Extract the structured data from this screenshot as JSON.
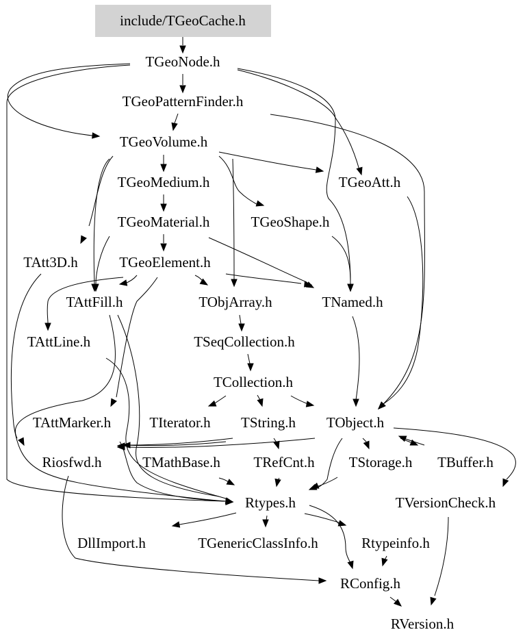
{
  "diagram": {
    "type": "include-dependency-graph",
    "root": "include/TGeoCache.h",
    "colors": {
      "root_fill": "#d3d3d3",
      "edge": "#000000",
      "text": "#000000",
      "background": "#ffffff"
    },
    "nodes": [
      {
        "id": "TGeoCache",
        "label": "include/TGeoCache.h",
        "root": true
      },
      {
        "id": "TGeoNode",
        "label": "TGeoNode.h"
      },
      {
        "id": "TGeoPatternFinder",
        "label": "TGeoPatternFinder.h"
      },
      {
        "id": "TGeoVolume",
        "label": "TGeoVolume.h"
      },
      {
        "id": "TGeoMedium",
        "label": "TGeoMedium.h"
      },
      {
        "id": "TGeoAtt",
        "label": "TGeoAtt.h"
      },
      {
        "id": "TGeoMaterial",
        "label": "TGeoMaterial.h"
      },
      {
        "id": "TGeoShape",
        "label": "TGeoShape.h"
      },
      {
        "id": "TAtt3D",
        "label": "TAtt3D.h"
      },
      {
        "id": "TGeoElement",
        "label": "TGeoElement.h"
      },
      {
        "id": "TAttFill",
        "label": "TAttFill.h"
      },
      {
        "id": "TObjArray",
        "label": "TObjArray.h"
      },
      {
        "id": "TNamed",
        "label": "TNamed.h"
      },
      {
        "id": "TAttLine",
        "label": "TAttLine.h"
      },
      {
        "id": "TSeqCollection",
        "label": "TSeqCollection.h"
      },
      {
        "id": "TCollection",
        "label": "TCollection.h"
      },
      {
        "id": "TAttMarker",
        "label": "TAttMarker.h"
      },
      {
        "id": "TIterator",
        "label": "TIterator.h"
      },
      {
        "id": "TString",
        "label": "TString.h"
      },
      {
        "id": "TObject",
        "label": "TObject.h"
      },
      {
        "id": "Riosfwd",
        "label": "Riosfwd.h"
      },
      {
        "id": "TMathBase",
        "label": "TMathBase.h"
      },
      {
        "id": "TRefCnt",
        "label": "TRefCnt.h"
      },
      {
        "id": "TStorage",
        "label": "TStorage.h"
      },
      {
        "id": "TBuffer",
        "label": "TBuffer.h"
      },
      {
        "id": "Rtypes",
        "label": "Rtypes.h"
      },
      {
        "id": "TVersionCheck",
        "label": "TVersionCheck.h"
      },
      {
        "id": "DllImport",
        "label": "DllImport.h"
      },
      {
        "id": "TGenericClassInfo",
        "label": "TGenericClassInfo.h"
      },
      {
        "id": "Rtypeinfo",
        "label": "Rtypeinfo.h"
      },
      {
        "id": "RConfig",
        "label": "RConfig.h"
      },
      {
        "id": "RVersion",
        "label": "RVersion.h"
      }
    ],
    "edges": [
      [
        "TGeoCache",
        "TGeoNode"
      ],
      [
        "TGeoNode",
        "TGeoPatternFinder"
      ],
      [
        "TGeoNode",
        "TGeoVolume"
      ],
      [
        "TGeoNode",
        "TGeoAtt"
      ],
      [
        "TGeoNode",
        "TNamed"
      ],
      [
        "TGeoNode",
        "Rtypes"
      ],
      [
        "TGeoPatternFinder",
        "TGeoVolume"
      ],
      [
        "TGeoPatternFinder",
        "TObject"
      ],
      [
        "TGeoVolume",
        "TGeoMedium"
      ],
      [
        "TGeoVolume",
        "TGeoAtt"
      ],
      [
        "TGeoVolume",
        "TGeoShape"
      ],
      [
        "TGeoVolume",
        "TAtt3D"
      ],
      [
        "TGeoVolume",
        "TAttFill"
      ],
      [
        "TGeoVolume",
        "TObjArray"
      ],
      [
        "TGeoMedium",
        "TGeoMaterial"
      ],
      [
        "TGeoMaterial",
        "TGeoElement"
      ],
      [
        "TGeoMaterial",
        "TAttFill"
      ],
      [
        "TGeoMaterial",
        "TNamed"
      ],
      [
        "TGeoShape",
        "TNamed"
      ],
      [
        "TGeoElement",
        "TAttFill"
      ],
      [
        "TGeoElement",
        "TObjArray"
      ],
      [
        "TGeoElement",
        "TNamed"
      ],
      [
        "TGeoElement",
        "TAttMarker"
      ],
      [
        "TGeoElement",
        "TAttLine"
      ],
      [
        "TAtt3D",
        "Rtypes"
      ],
      [
        "TAttFill",
        "Riosfwd"
      ],
      [
        "TAttFill",
        "Rtypes"
      ],
      [
        "TAttLine",
        "Rtypes"
      ],
      [
        "TObjArray",
        "TSeqCollection"
      ],
      [
        "TSeqCollection",
        "TCollection"
      ],
      [
        "TCollection",
        "TIterator"
      ],
      [
        "TCollection",
        "TString"
      ],
      [
        "TCollection",
        "TObject"
      ],
      [
        "TNamed",
        "TObject"
      ],
      [
        "TGeoAtt",
        "TObject"
      ],
      [
        "TAttMarker",
        "Rtypes"
      ],
      [
        "TString",
        "TMathBase"
      ],
      [
        "TString",
        "TRefCnt"
      ],
      [
        "TString",
        "Riosfwd"
      ],
      [
        "TObject",
        "Riosfwd"
      ],
      [
        "TObject",
        "TStorage"
      ],
      [
        "TObject",
        "TBuffer"
      ],
      [
        "TObject",
        "TVersionCheck"
      ],
      [
        "TObject",
        "Rtypes"
      ],
      [
        "TMathBase",
        "Rtypes"
      ],
      [
        "TRefCnt",
        "Rtypes"
      ],
      [
        "TStorage",
        "Rtypes"
      ],
      [
        "TBuffer",
        "TObject"
      ],
      [
        "Rtypes",
        "DllImport"
      ],
      [
        "Rtypes",
        "TGenericClassInfo"
      ],
      [
        "Rtypes",
        "Rtypeinfo"
      ],
      [
        "Rtypes",
        "RConfig"
      ],
      [
        "Riosfwd",
        "RConfig"
      ],
      [
        "Rtypeinfo",
        "RConfig"
      ],
      [
        "RConfig",
        "RVersion"
      ],
      [
        "TVersionCheck",
        "RVersion"
      ]
    ]
  }
}
